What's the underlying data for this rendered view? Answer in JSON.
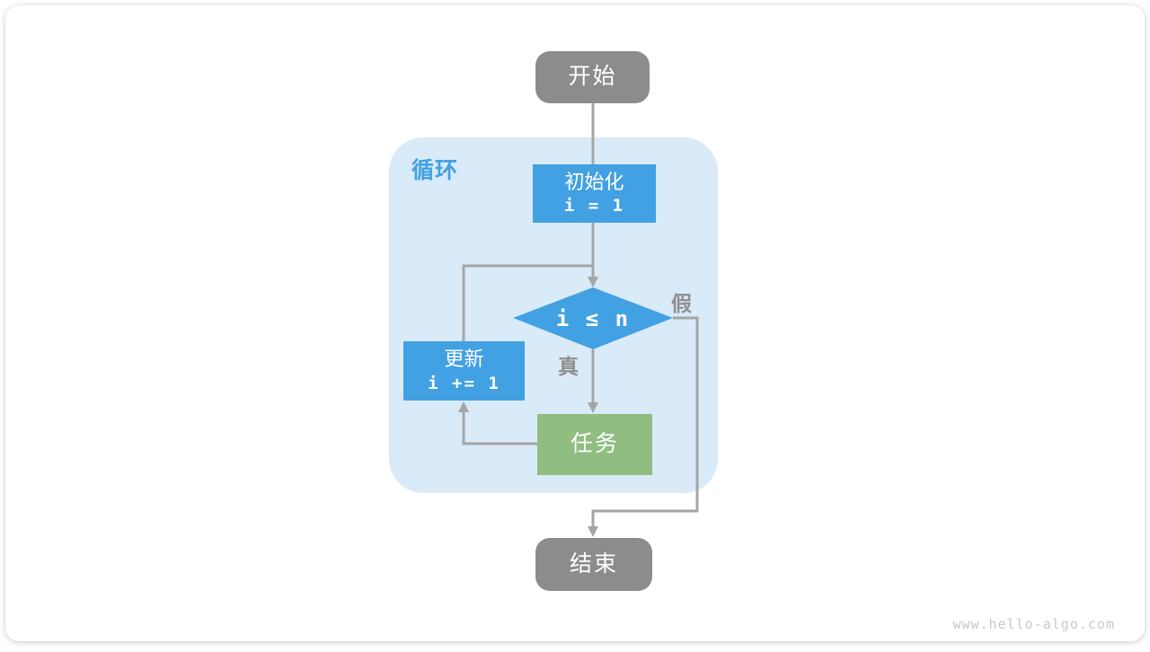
{
  "page": {
    "watermark": "www.hello-algo.com"
  },
  "flowchart": {
    "type": "loop-flowchart",
    "start_label": "开始",
    "loop_label": "循环",
    "init_title": "初始化",
    "init_code": "i = 1",
    "condition": "i ≤ n",
    "branch_true": "真",
    "branch_false": "假",
    "task_label": "任务",
    "update_title": "更新",
    "update_code": "i += 1",
    "end_label": "结束",
    "edges": [
      "开始 → 初始化 i = 1",
      "初始化 i = 1 → i ≤ n",
      "i ≤ n —真→ 任务",
      "任务 → 更新 i += 1",
      "更新 i += 1 → i ≤ n",
      "i ≤ n —假→ 结束"
    ]
  },
  "colors": {
    "node_gray": "#8c8c8c",
    "node_blue": "#42a1e2",
    "node_green": "#8fbe80",
    "loop_bg": "#d9eaf8",
    "connector": "#a5a5a5",
    "label_gray": "#8f8f8f",
    "watermark": "#c9c9c9"
  }
}
